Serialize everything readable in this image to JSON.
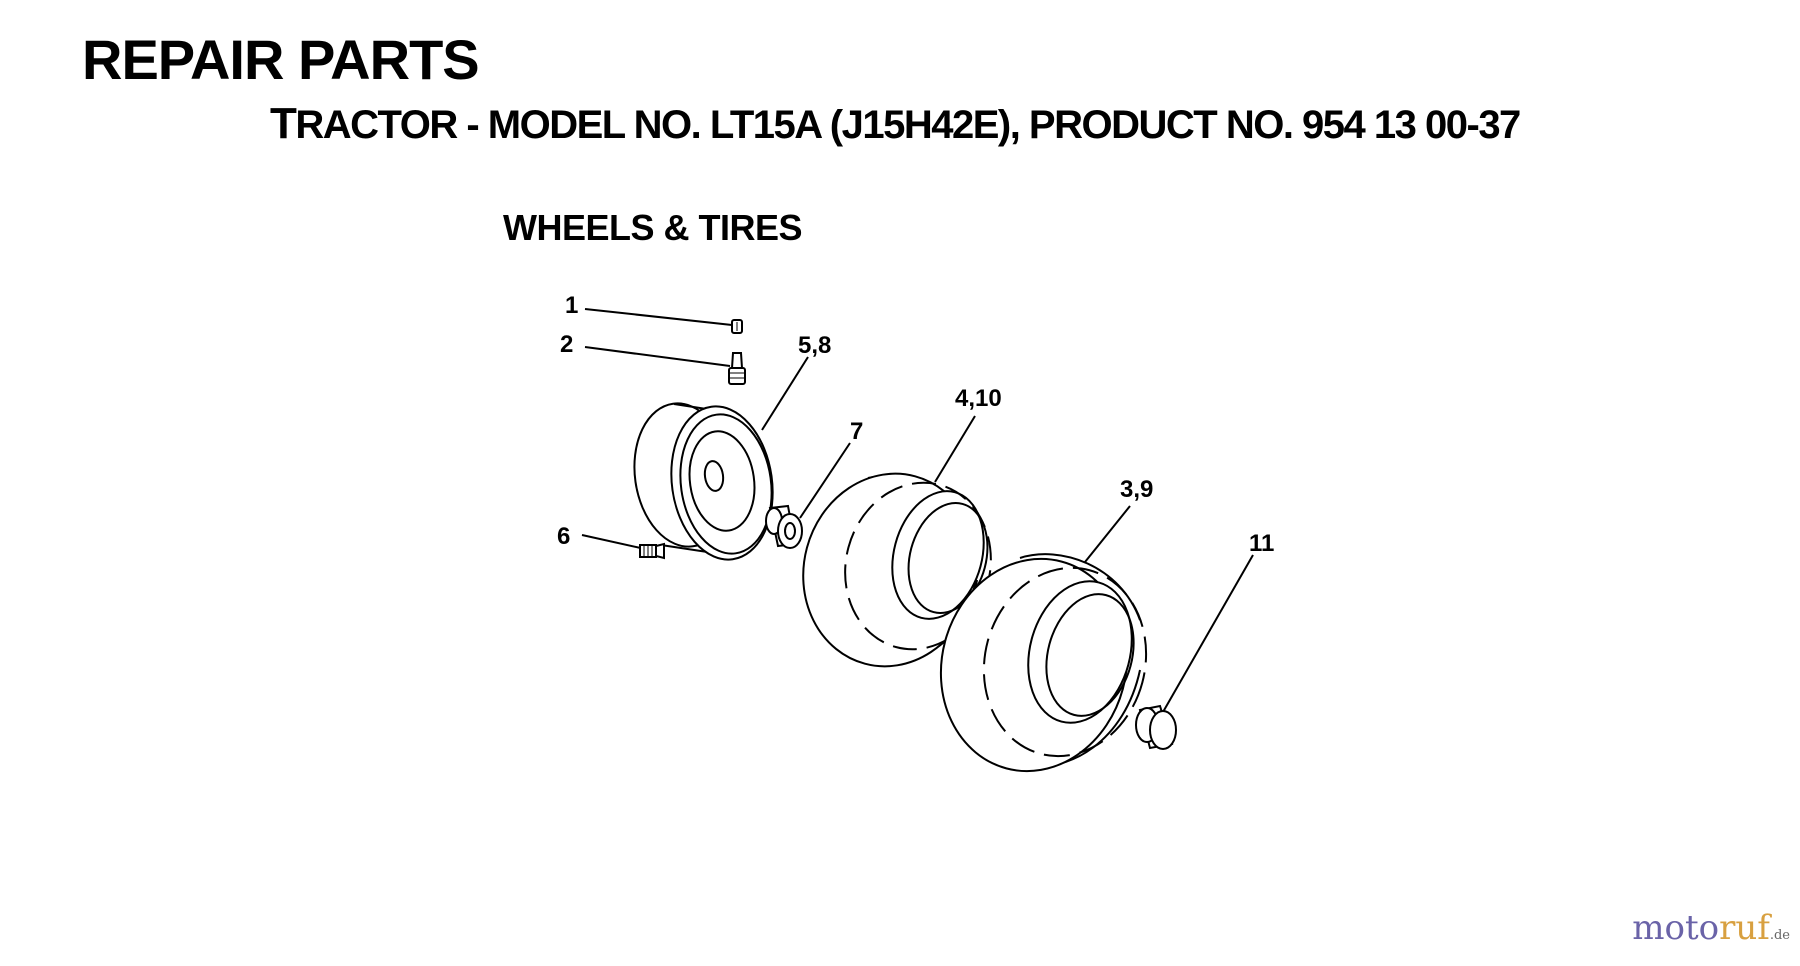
{
  "header": {
    "title": "REPAIR PARTS",
    "subtitle_first_letter": "T",
    "subtitle_rest": "RACTOR - MODEL NO. LT15A (J15H42E), PRODUCT NO. 954 13 00-37"
  },
  "section": {
    "title": "WHEELS & TIRES"
  },
  "callouts": [
    "1",
    "2",
    "5,8",
    "4,10",
    "7",
    "3,9",
    "6",
    "11"
  ],
  "watermark": {
    "part1": "moto",
    "part2": "ruf",
    "tld": ".de"
  }
}
